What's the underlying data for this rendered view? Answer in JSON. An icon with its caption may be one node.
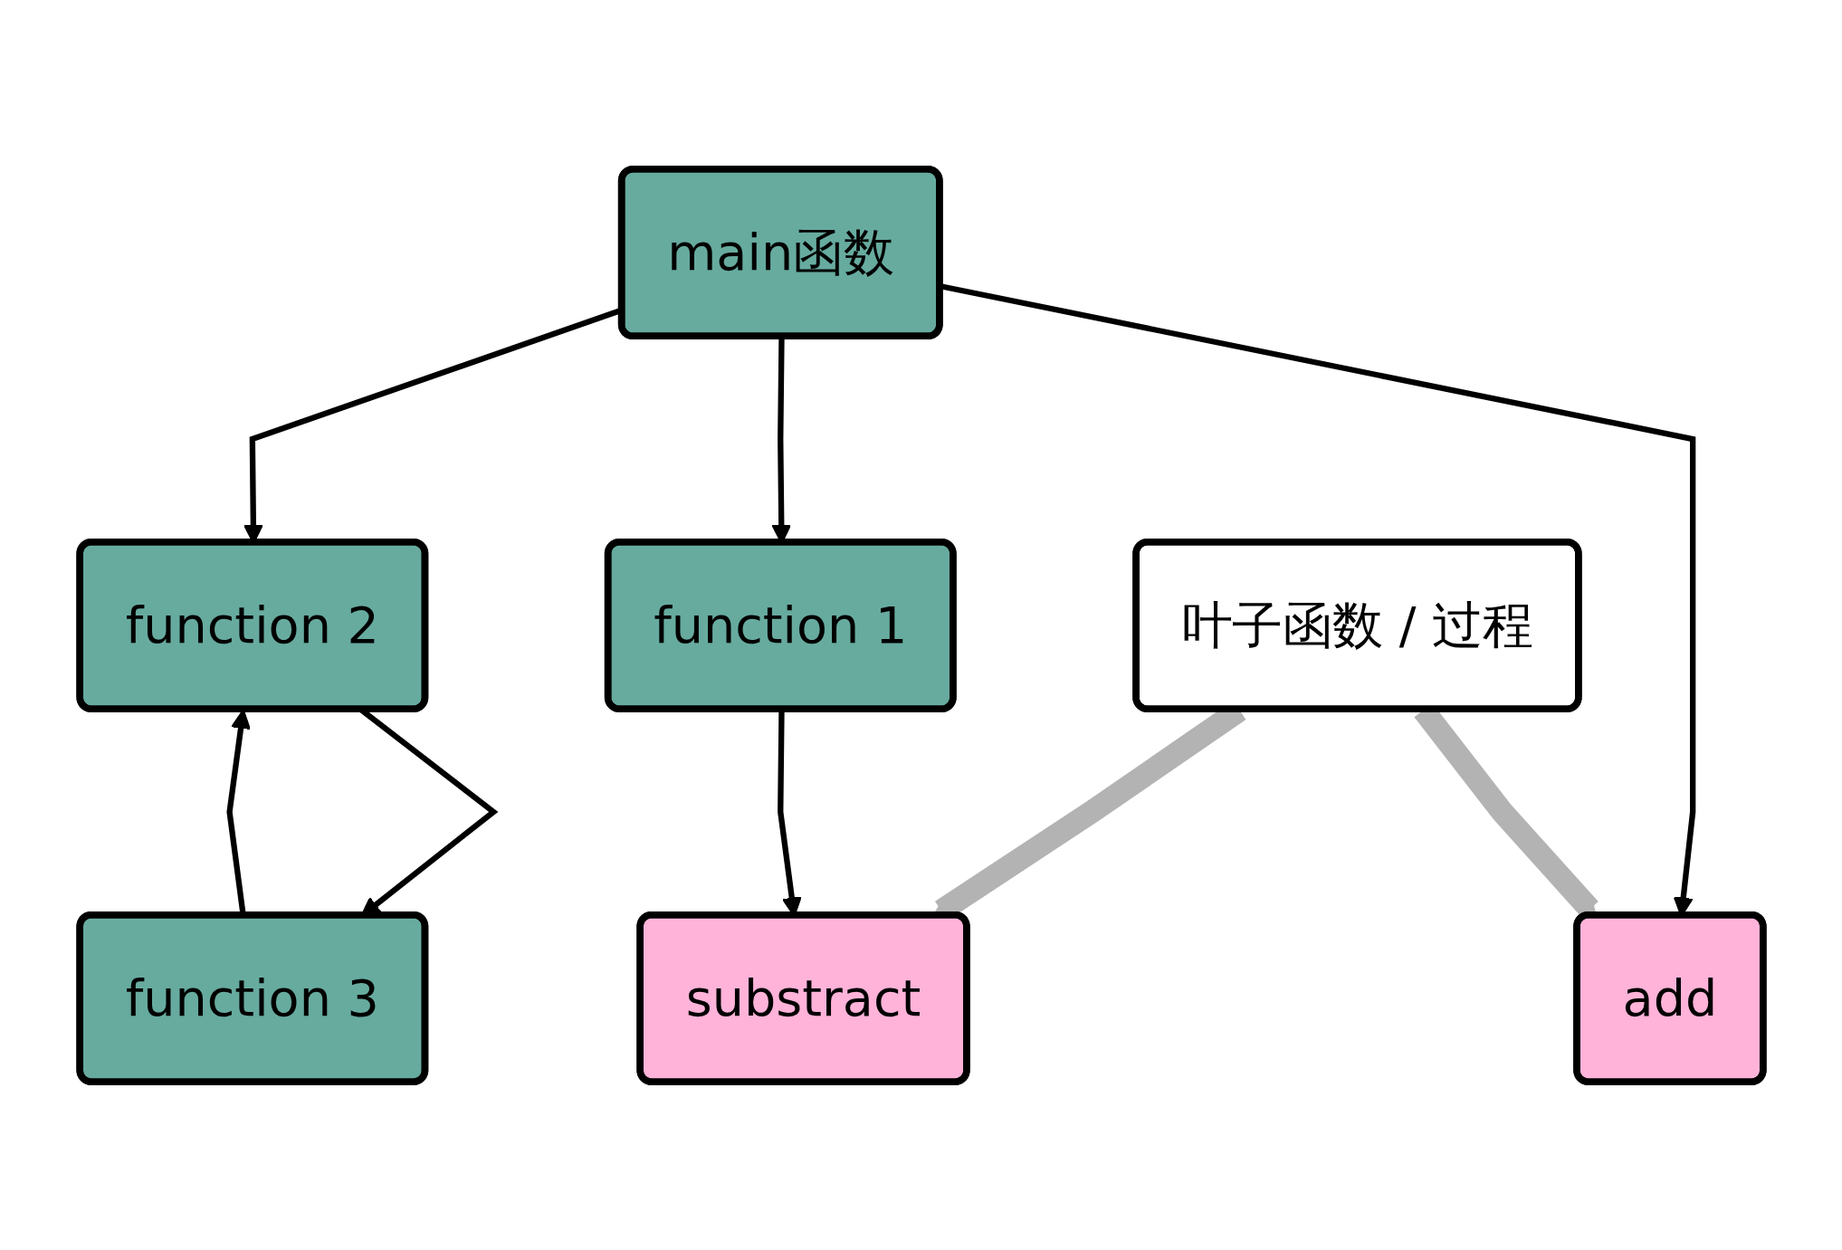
{
  "diagram": {
    "nodes": [
      {
        "text": [
          "main函数"
        ]
      },
      {
        "text": [
          "add"
        ]
      },
      {
        "text": [
          "function 1"
        ]
      },
      {
        "text": [
          "function 2"
        ]
      },
      {
        "text": [
          "叶子函数 / 过程"
        ]
      },
      {
        "text": [
          "substract"
        ]
      },
      {
        "text": [
          "function 3"
        ]
      }
    ],
    "edges": [
      {
        "from": 0,
        "to": 1,
        "arrow": "to"
      },
      {
        "from": 0,
        "to": 2,
        "arrow": "to"
      },
      {
        "from": 0,
        "to": 3,
        "arrow": "to"
      },
      {
        "from": 2,
        "to": 5,
        "arrow": "to"
      },
      {
        "from": 3,
        "to": 6,
        "arrow": "to"
      },
      {
        "from": 6,
        "to": 3,
        "arrow": "to"
      },
      {
        "from": 4,
        "to": 1,
        "arrow": "to",
        "style": "thick",
        "color": "#b3b3b3"
      },
      {
        "from": 4,
        "to": 5,
        "arrow": "to",
        "style": "thick",
        "color": "#b3b3b3"
      }
    ]
  }
}
